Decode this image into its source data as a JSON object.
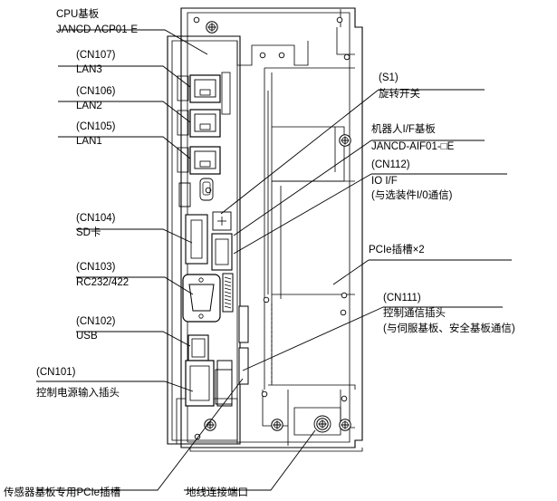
{
  "labels": {
    "cpu_board_title": "CPU基板",
    "cpu_board_model": "JANCD-ACP01-E",
    "cn107_connector": "(CN107)",
    "cn107_port": "LAN3",
    "cn106_connector": "(CN106)",
    "cn106_port": "LAN2",
    "cn105_connector": "(CN105)",
    "cn105_port": "LAN1",
    "cn104_connector": "(CN104)",
    "cn104_port": "SD卡",
    "cn103_connector": "(CN103)",
    "cn103_port": "RC232/422",
    "cn102_connector": "(CN102)",
    "cn102_port": "USB",
    "cn101_connector": "(CN101)",
    "cn101_port": "控制电源输入插头",
    "s1_switch": "(S1)",
    "s1_desc": "旋转开关",
    "robot_if_board_title": "机器人I/F基板",
    "robot_if_board_model": "JANCD-AIF01-□E",
    "cn112_connector": "(CN112)",
    "cn112_port": "IO I/F",
    "cn112_desc": "(与选装件I/0通信)",
    "pcie_slots": "PCIe插槽×2",
    "cn111_connector": "(CN111)",
    "cn111_port": "控制通信插头",
    "cn111_desc": "(与伺服基板、安全基板通信)",
    "sensor_pcie_slot": "传感器基板专用PCIe插槽",
    "ground_port": "地线连接端口"
  }
}
